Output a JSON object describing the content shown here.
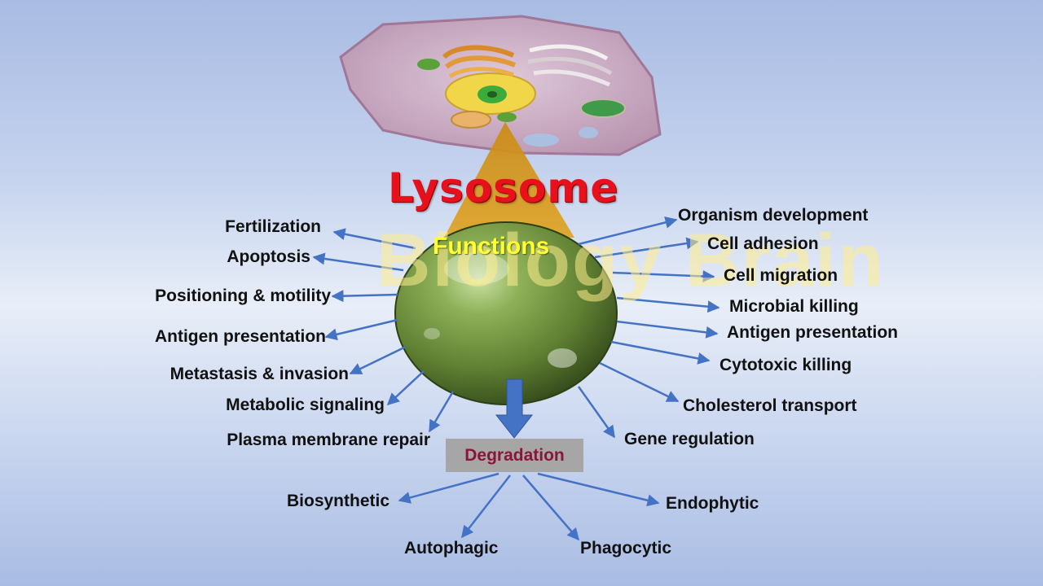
{
  "diagram": {
    "title": "Lysosome",
    "subtitle": "Functions",
    "watermark": "Biology Brain",
    "degradation_label": "Degradation",
    "left_functions": [
      "Fertilization",
      "Apoptosis",
      "Positioning & motility",
      "Antigen presentation",
      "Metastasis & invasion",
      "Metabolic signaling",
      "Plasma membrane repair"
    ],
    "right_functions": [
      "Organism development",
      "Cell adhesion",
      "Cell migration",
      "Microbial killing",
      "Antigen presentation",
      "Cytotoxic killing",
      "Cholesterol transport",
      "Gene regulation"
    ],
    "degradation_types": [
      "Biosynthetic",
      "Autophagic",
      "Phagocytic",
      "Endophytic"
    ]
  },
  "colors": {
    "title": "#e8101b",
    "subtitle": "#ffff33",
    "arrow": "#4472c4",
    "degradation_box": "#a6a6a6",
    "degradation_text": "#8a1538",
    "lysosome_sphere": "#6e8f3a",
    "cell_membrane": "#c9a6bf"
  }
}
